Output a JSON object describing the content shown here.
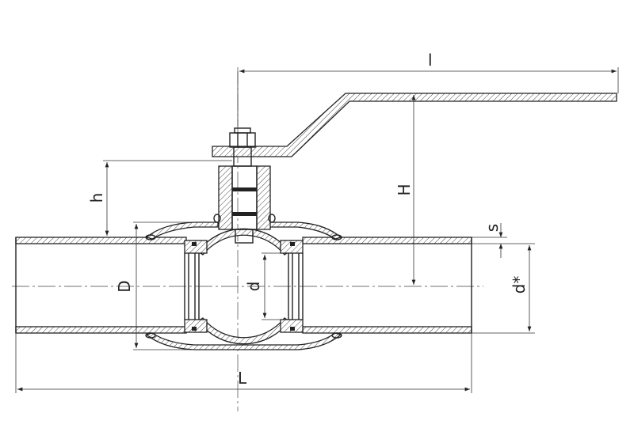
{
  "drawing": {
    "title": "Ball valve dimensional drawing",
    "labels": {
      "handle_length": "l",
      "height": "H",
      "stem_height": "h",
      "wall_thickness": "s",
      "pipe_outer_diameter": "d*",
      "body_diameter": "D",
      "bore_diameter": "d",
      "overall_length": "L"
    },
    "colors": {
      "line": "#222222",
      "background": "#ffffff"
    }
  }
}
